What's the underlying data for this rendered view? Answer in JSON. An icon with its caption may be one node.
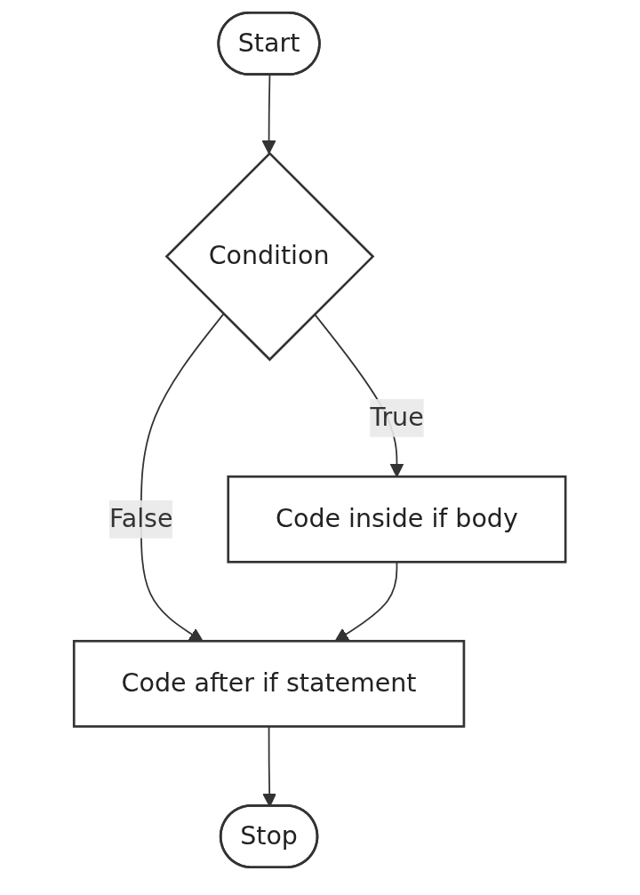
{
  "diagram": {
    "nodes": [
      {
        "text": [
          "Start"
        ]
      },
      {
        "text": [
          "Condition"
        ]
      },
      {
        "text": [
          "Code inside if body"
        ]
      },
      {
        "text": [
          "Code after if statement"
        ]
      },
      {
        "text": [
          "Stop"
        ]
      }
    ],
    "edges": [
      {
        "from": 0,
        "to": 1,
        "arrow": "to"
      },
      {
        "from": 1,
        "to": 2,
        "arrow": "to",
        "label": "True"
      },
      {
        "from": 1,
        "to": 3,
        "arrow": "to",
        "label": "False"
      },
      {
        "from": 2,
        "to": 3,
        "arrow": "to"
      },
      {
        "from": 3,
        "to": 4,
        "arrow": "to"
      }
    ]
  }
}
